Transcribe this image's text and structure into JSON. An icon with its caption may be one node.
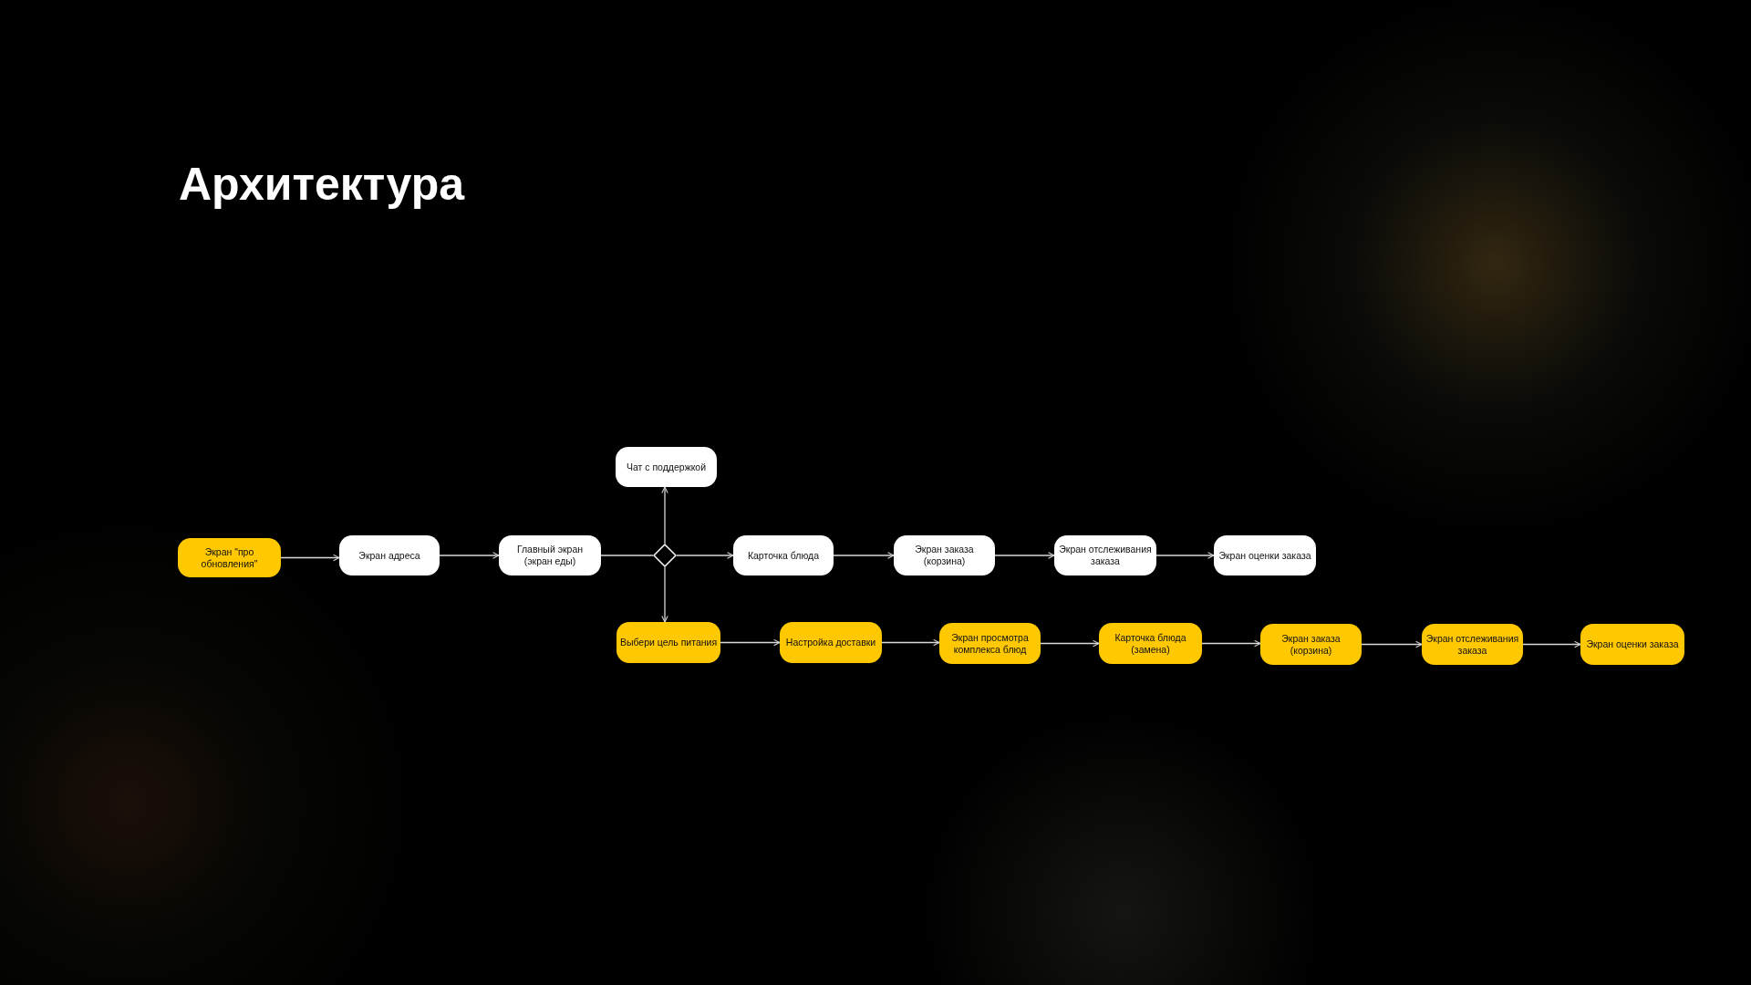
{
  "diagram": {
    "title": "Архитектура",
    "nodes": [
      {
        "text": [
          "Экран \"про обновления\""
        ]
      },
      {
        "text": [
          "Экран адреса"
        ]
      },
      {
        "text": [
          "Главный экран (экран еды)"
        ]
      },
      {
        "text": [
          "Чат с поддержкой"
        ]
      },
      {
        "text": [],
        "shape": "diamond"
      },
      {
        "text": [
          "Карточка блюда"
        ]
      },
      {
        "text": [
          "Экран заказа (корзина)"
        ]
      },
      {
        "text": [
          "Экран отслеживания заказа"
        ]
      },
      {
        "text": [
          "Экран оценки заказа"
        ]
      },
      {
        "text": [
          "Выбери цель питания"
        ]
      },
      {
        "text": [
          "Настройка доставки"
        ]
      },
      {
        "text": [
          "Экран просмотра комплекса блюд"
        ]
      },
      {
        "text": [
          "Карточка блюда (замена)"
        ]
      },
      {
        "text": [
          "Экран заказа (корзина)"
        ]
      },
      {
        "text": [
          "Экран отслеживания заказа"
        ]
      },
      {
        "text": [
          "Экран оценки заказа"
        ]
      }
    ],
    "edges": [
      {
        "from": 0,
        "to": 1,
        "arrow": "to"
      },
      {
        "from": 1,
        "to": 2,
        "arrow": "to"
      },
      {
        "from": 2,
        "to": 4,
        "arrow": "none"
      },
      {
        "from": 4,
        "to": 3,
        "arrow": "to"
      },
      {
        "from": 4,
        "to": 5,
        "arrow": "to"
      },
      {
        "from": 4,
        "to": 9,
        "arrow": "to"
      },
      {
        "from": 5,
        "to": 6,
        "arrow": "to"
      },
      {
        "from": 6,
        "to": 7,
        "arrow": "to"
      },
      {
        "from": 7,
        "to": 8,
        "arrow": "to"
      },
      {
        "from": 9,
        "to": 10,
        "arrow": "to"
      },
      {
        "from": 10,
        "to": 11,
        "arrow": "to"
      },
      {
        "from": 11,
        "to": 12,
        "arrow": "to"
      },
      {
        "from": 12,
        "to": 13,
        "arrow": "to"
      },
      {
        "from": 13,
        "to": 14,
        "arrow": "to"
      },
      {
        "from": 14,
        "to": 15,
        "arrow": "to"
      }
    ]
  }
}
